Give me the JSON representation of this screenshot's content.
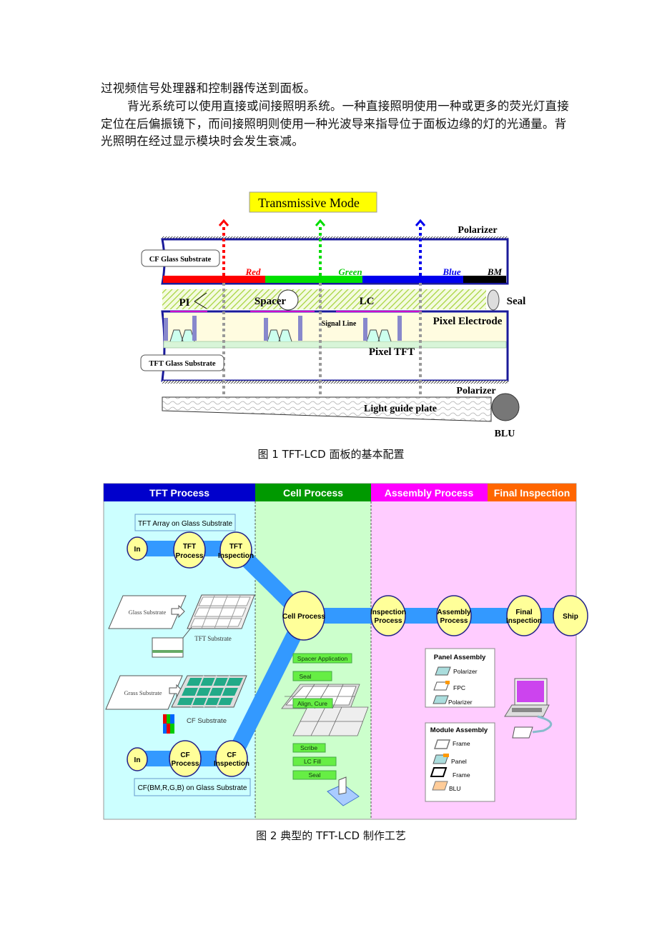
{
  "text": {
    "line1": "过视频信号处理器和控制器传送到面板。",
    "para2": "背光系统可以使用直接或间接照明系统。一种直接照明使用一种或更多的荧光灯直接定位在后偏振镜下，而间接照明则使用一种光波导来指导位于面板边缘的灯的光通量。背光照明在经过显示模块时会发生衰减。"
  },
  "figure1": {
    "caption": "图 1   TFT-LCD 面板的基本配置",
    "title": "Transmissive Mode",
    "labels": {
      "polarizer_top": "Polarizer",
      "cf_glass": "CF Glass Substrate",
      "red": "Red",
      "green": "Green",
      "blue": "Blue",
      "bm": "BM",
      "pi": "PI",
      "spacer": "Spacer",
      "lc": "LC",
      "seal": "Seal",
      "pixel_electrode": "Pixel Electrode",
      "signal_line": "Signal Line",
      "pixel_tft": "Pixel TFT",
      "tft_glass": "TFT Glass Substrate",
      "polarizer_bottom": "Polarizer",
      "light_guide": "Light guide plate",
      "blu": "BLU"
    },
    "colors": {
      "red": "#ff0000",
      "green": "#00e000",
      "blue": "#0000ff",
      "frame": "#1a1a9a",
      "title_bg": "#ffff00"
    }
  },
  "figure2": {
    "caption": "图 2   典型的 TFT-LCD 制作工艺",
    "headers": [
      {
        "label": "TFT Process",
        "color": "#0000cc"
      },
      {
        "label": "Cell Process",
        "color": "#009900"
      },
      {
        "label": "Assembly Process",
        "color": "#ff00ff"
      },
      {
        "label": "Final Inspection",
        "color": "#ff6600"
      }
    ],
    "tft_array_label": "TFT Array on Glass Substrate",
    "cf_label": "CF(BM,R,G,B) on Glass Substrate",
    "nodes": {
      "in1": "In",
      "tft_process": [
        "TFT",
        "Process"
      ],
      "tft_inspection": [
        "TFT",
        "Inspection"
      ],
      "cell_process": "Cell Process",
      "inspection_process": [
        "Inspection",
        "Process"
      ],
      "assembly_process": [
        "Assembly",
        "Process"
      ],
      "final_inspection": [
        "Final",
        "Inspection"
      ],
      "ship": "Ship",
      "in2": "In",
      "cf_process": [
        "CF",
        "Process"
      ],
      "cf_inspection": [
        "CF",
        "Inspection"
      ]
    },
    "glass_substrate": "Glass Substrate",
    "tft_substrate": "TFT Substrate",
    "grass_substrate": "Grass Substrate",
    "cf_substrate": "CF Substrate",
    "cell_steps": [
      "Spacer Application",
      "Seal",
      "Align, Cure",
      "Scribe",
      "LC Fill",
      "Seal"
    ],
    "panel_assembly": {
      "title": "Panel Assembly",
      "items": [
        "Polarizer",
        "FPC",
        "Polarizer"
      ]
    },
    "module_assembly": {
      "title": "Module Assembly",
      "items": [
        "Frame",
        "Panel",
        "Frame",
        "BLU"
      ]
    },
    "flow_color": "#3399ff"
  }
}
